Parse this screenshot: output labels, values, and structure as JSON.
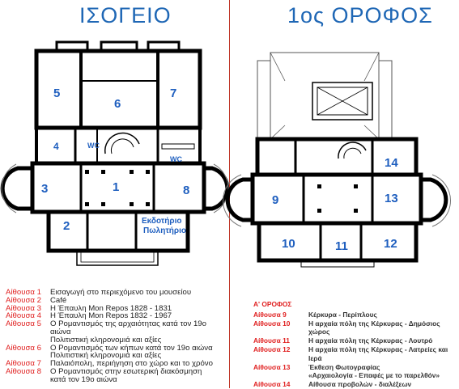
{
  "ground_floor": {
    "title": "ΙΣΟΓΕΙΟ",
    "rooms": [
      "1",
      "2",
      "3",
      "4",
      "5",
      "6",
      "7",
      "8"
    ],
    "wc": [
      "WC",
      "WC"
    ],
    "shop": [
      "Εκδοτήριο",
      "Πωλητήριο"
    ]
  },
  "first_floor": {
    "title": "1ος ΟΡΟΦΟΣ",
    "rooms": [
      "9",
      "10",
      "11",
      "12",
      "13",
      "14"
    ]
  },
  "legend_ground": [
    {
      "label": "Αίθουσα 1",
      "lines": [
        "Εισαγωγή στο περιεχόμενο του μουσείου"
      ]
    },
    {
      "label": "Αίθουσα 2",
      "lines": [
        "Café"
      ]
    },
    {
      "label": "Αίθουσα 3",
      "lines": [
        "Η Έπαυλη Mon Repos 1828 - 1831"
      ]
    },
    {
      "label": "Αίθουσα 4",
      "lines": [
        "Η Έπαυλη Mon Repos 1832 - 1967"
      ]
    },
    {
      "label": "Αίθουσα 5",
      "lines": [
        "Ο Ρομαντισμός της αρχαιότητας κατά τον 19ο αιώνα",
        "Πολιτιστική κληρονομιά και αξίες"
      ]
    },
    {
      "label": "Αίθουσα 6",
      "lines": [
        "Ο Ρομαντισμός των κήπων κατά τον 19ο αιώνα",
        "Πολιτιστική κληρονομιά και αξίες"
      ]
    },
    {
      "label": "Αίθουσα 7",
      "lines": [
        "Παλαιόπολη, περιήγηση στο χώρο και το χρόνο"
      ]
    },
    {
      "label": "Αίθουσα 8",
      "lines": [
        "Ο Ρομαντισμός στην εσωτερική διακόσμηση",
        "κατά τον 19ο αιώνα"
      ]
    }
  ],
  "legend_first": {
    "header": "Α' ΟΡΟΦΟΣ",
    "items": [
      {
        "label": "Αίθουσα 9",
        "lines": [
          "Κέρκυρα - Περίπλους"
        ]
      },
      {
        "label": "Αίθουσα 10",
        "lines": [
          "Η αρχαία πόλη της Κέρκυρας - Δημόσιος χώρος"
        ]
      },
      {
        "label": "Αίθουσα 11",
        "lines": [
          "Η αρχαία πόλη της Κέρκυρας - Λουτρό"
        ]
      },
      {
        "label": "Αίθουσα 12",
        "lines": [
          "Η αρχαία πόλη της Κέρκυρας - Λατρείες και Ιερά"
        ]
      },
      {
        "label": "Αίθουσα 13",
        "lines": [
          "Έκθεση Φωτογραφίας",
          "«Αρχαιολογία - Επαφές με το παρελθόν»"
        ]
      },
      {
        "label": "Αίθουσα 14",
        "lines": [
          "Αίθουσα προβολών - διαλέξεων"
        ]
      }
    ]
  }
}
